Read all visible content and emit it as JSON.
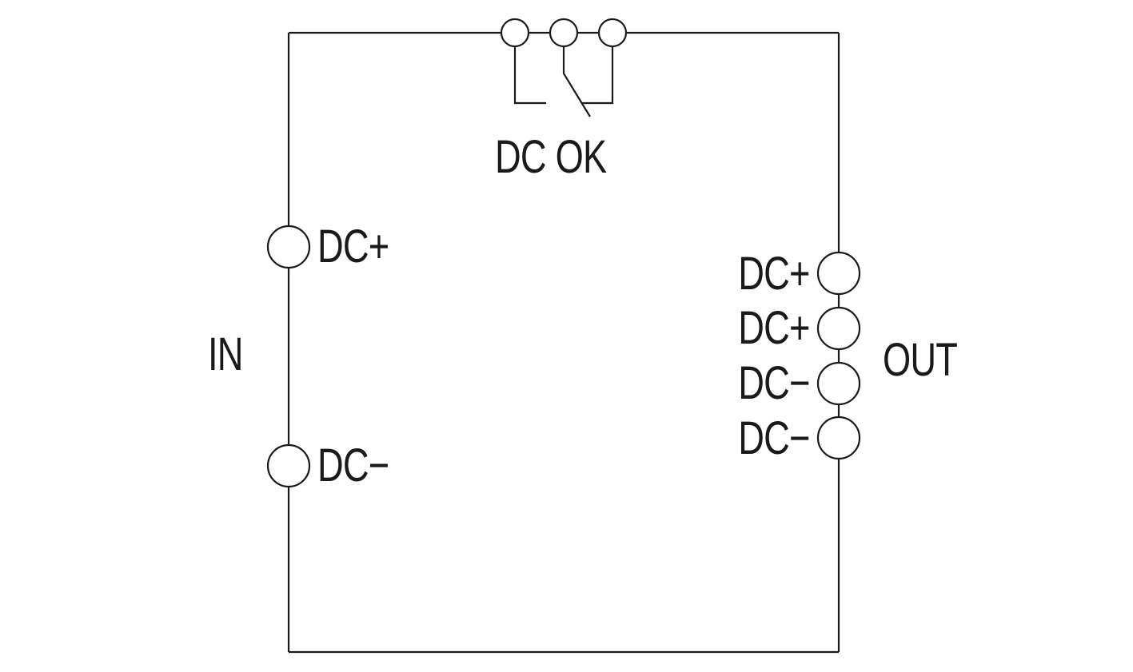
{
  "diagram": {
    "title_relay": "DC OK",
    "input": {
      "group_label": "IN",
      "terminals": [
        "DC+",
        "DC−"
      ]
    },
    "output": {
      "group_label": "OUT",
      "terminals": [
        "DC+",
        "DC+",
        "DC−",
        "DC−"
      ]
    },
    "colors": {
      "line": "#1a1a1a",
      "background": "#ffffff"
    }
  }
}
